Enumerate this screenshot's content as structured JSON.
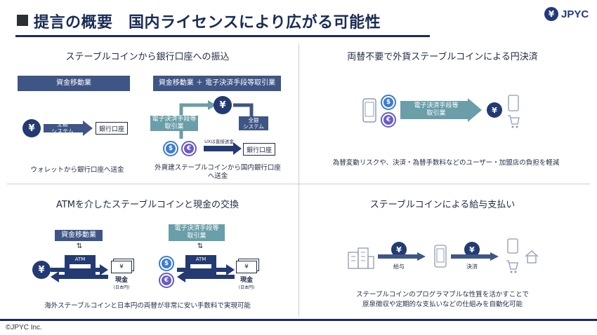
{
  "header": {
    "title": "提言の概要　国内ライセンスにより広がる可能性",
    "logo_text": "JPYC"
  },
  "colors": {
    "navy": "#1a2c55",
    "box_dark": "#3e5585",
    "teal": "#6a9ea9",
    "coin": "#233a72"
  },
  "panel_tl": {
    "title": "ステーブルコインから銀行口座への振込",
    "left_header": "資金移動業",
    "right_header": "資金移動業 ＋ 電子決済手段等取引業",
    "zengin1": "全銀\nシステム",
    "bank1": "銀行口座",
    "caption_left": "ウォレットから銀行口座へ送金",
    "teal_box": "電子決済手段等\n取引業",
    "zengin2": "全銀\nシステム",
    "ux_note": "UXは直接送金",
    "bank2": "銀行口座",
    "caption_right": "外貨建ステーブルコインから国内銀行口座\nへ送金"
  },
  "panel_tr": {
    "title": "両替不要で外貨ステーブルコインによる円決済",
    "teal_box": "電子決済手段等\n取引業",
    "caption": "為替変動リスクや、決済・為替手数料などのユーザー・加盟店の負担を軽減"
  },
  "panel_bl": {
    "title": "ATMを介したステーブルコインと現金の交換",
    "left_header": "資金移動業",
    "right_header": "電子決済手段等\n取引業",
    "atm_label": "ATM",
    "cash_label": "現金",
    "cash_sub": "(日本円)",
    "cash_label2": "現金",
    "cash_sub2": "(日本円)",
    "caption": "海外ステーブルコインと日本円の両替が非常に安い手数料で実現可能"
  },
  "panel_br": {
    "title": "ステーブルコインによる給与支払い",
    "salary_label": "給与",
    "settle_label": "決済",
    "caption": "ステーブルコインのプログラマブルな性質を活かすことで\n原泉徴収や定期的な支払いなどの仕組みを自動化可能"
  },
  "icons": [
    "yen-coin-icon",
    "dollar-coin-icon",
    "euro-coin-icon",
    "smartphone-icon",
    "shopping-cart-icon",
    "building-icon",
    "house-icon",
    "atm-icon",
    "cash-icon",
    "exchange-arrows-icon"
  ],
  "footer": {
    "copyright": "©JPYC Inc."
  }
}
